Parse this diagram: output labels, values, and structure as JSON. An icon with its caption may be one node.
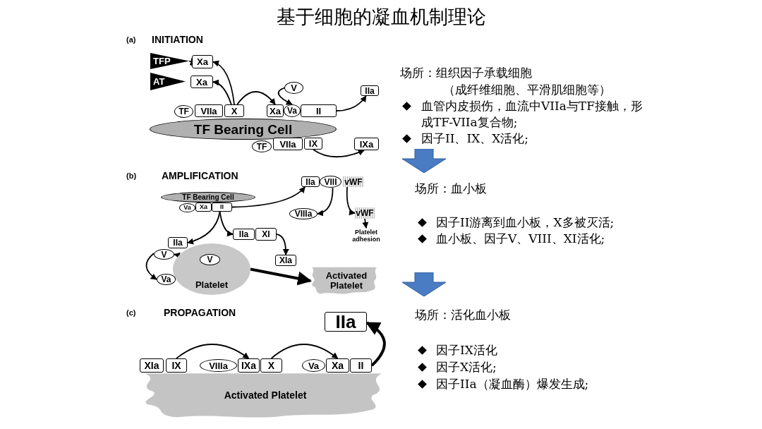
{
  "diagram": {
    "title": "基于细胞的凝血机制理论",
    "nodes": [
      {
        "text": [
          "TFP"
        ]
      },
      {
        "text": [
          "Xa"
        ]
      },
      {
        "text": [
          "AT"
        ]
      },
      {
        "text": [
          "Xa"
        ]
      },
      {
        "text": [
          "V"
        ]
      },
      {
        "text": [
          "IIa"
        ]
      },
      {
        "text": [
          "TF"
        ]
      },
      {
        "text": [
          "VIIa"
        ]
      },
      {
        "text": [
          "X"
        ]
      },
      {
        "text": [
          "Xa"
        ]
      },
      {
        "text": [
          "Va"
        ]
      },
      {
        "text": [
          "II"
        ]
      },
      {
        "text": [
          "TF Bearing Cell"
        ]
      },
      {
        "text": [
          "TF"
        ]
      },
      {
        "text": [
          "VIIa"
        ]
      },
      {
        "text": [
          "IX"
        ]
      },
      {
        "text": [
          "IXa"
        ]
      },
      {
        "text": [
          "IIa"
        ]
      },
      {
        "text": [
          "VIII"
        ]
      },
      {
        "text": [
          "vWF"
        ]
      },
      {
        "text": [
          "TF Bearing Cell"
        ]
      },
      {
        "text": [
          "Va"
        ]
      },
      {
        "text": [
          "Xa"
        ]
      },
      {
        "text": [
          "II"
        ]
      },
      {
        "text": [
          "VIIIa"
        ]
      },
      {
        "text": [
          "vWF"
        ]
      },
      {
        "text": [
          "IIa"
        ]
      },
      {
        "text": [
          "XI"
        ]
      },
      {
        "text": [
          "Platelet adhesion"
        ]
      },
      {
        "text": [
          "IIa"
        ]
      },
      {
        "text": [
          "V"
        ]
      },
      {
        "text": [
          "V"
        ],
        "in": 34
      },
      {
        "text": [
          "XIa"
        ]
      },
      {
        "text": [
          "Va"
        ]
      },
      {
        "text": [
          "Platelet"
        ]
      },
      {
        "text": [
          "Activated Platelet"
        ]
      },
      {
        "text": [
          "IIa"
        ]
      },
      {
        "text": [
          "XIa"
        ]
      },
      {
        "text": [
          "IX"
        ]
      },
      {
        "text": [
          "VIIIa"
        ]
      },
      {
        "text": [
          "IXa"
        ]
      },
      {
        "text": [
          "X"
        ]
      },
      {
        "text": [
          "Va"
        ]
      },
      {
        "text": [
          "Xa"
        ]
      },
      {
        "text": [
          "II"
        ]
      },
      {
        "text": [
          "Activated Platelet"
        ]
      }
    ],
    "edges": [
      {
        "from": 0,
        "to": 1,
        "arrow": "other"
      },
      {
        "from": 8,
        "to": 1,
        "arrow": "to"
      },
      {
        "from": 8,
        "to": 3,
        "arrow": "to"
      },
      {
        "from": 8,
        "to": 9,
        "arrow": "to"
      },
      {
        "from": 4,
        "to": 10,
        "arrow": "to"
      },
      {
        "from": 11,
        "to": 5,
        "arrow": "to"
      },
      {
        "from": 15,
        "to": 16,
        "arrow": "to"
      },
      {
        "from": 23,
        "to": 17,
        "arrow": "to"
      },
      {
        "from": 23,
        "to": 29,
        "arrow": "to"
      },
      {
        "from": 23,
        "to": 26,
        "arrow": "to"
      },
      {
        "from": 18,
        "to": 24,
        "arrow": "to"
      },
      {
        "from": 19,
        "to": 25,
        "arrow": "to"
      },
      {
        "from": 25,
        "to": 28,
        "arrow": "to"
      },
      {
        "from": 27,
        "to": 32,
        "arrow": "to"
      },
      {
        "from": 31,
        "to": 30,
        "arrow": "to"
      },
      {
        "from": 30,
        "to": 33,
        "arrow": "to"
      },
      {
        "from": 34,
        "to": 35,
        "arrow": "to",
        "style": "thick"
      },
      {
        "from": 38,
        "to": 40,
        "arrow": "to"
      },
      {
        "from": 41,
        "to": 43,
        "arrow": "to"
      },
      {
        "from": 44,
        "to": 36,
        "arrow": "to",
        "style": "thick"
      }
    ],
    "labels": [
      "(a)",
      "INITIATION",
      "场所：组织因子承载细胞",
      "（成纤维细胞、平滑肌细胞等）",
      "血管内皮损伤，血流中VIIa与TF接触，形成TF-VIIa复合物;",
      "因子II、IX、X活化;",
      "(b)",
      "AMPLIFICATION",
      "场所：血小板",
      "因子II游离到血小板，X多被灭活;",
      "血小板、因子V、VIII、XI活化;",
      "(c)",
      "PROPAGATION",
      "场所：活化血小板",
      "因子IX活化",
      "因子X活化;",
      "因子IIa（凝血酶）爆发生成;"
    ]
  }
}
